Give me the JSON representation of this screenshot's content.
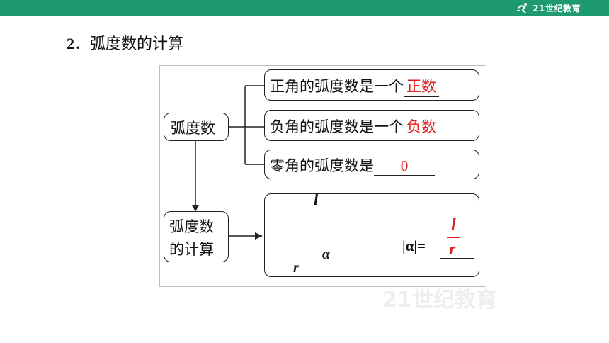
{
  "header": {
    "logo_text": "21世纪教育",
    "bar_color": "#1e9b6e"
  },
  "section": {
    "number": "2",
    "title": "．弧度数的计算"
  },
  "diagram": {
    "root_label": "弧度数",
    "positive_prefix": "正角的弧度数是一个",
    "positive_answer": "正数",
    "negative_prefix": "负角的弧度数是一个",
    "negative_answer": "负数",
    "zero_prefix": "零角的弧度数是",
    "zero_answer": "0",
    "calc_label_line1": "弧度数",
    "calc_label_line2": "的计算",
    "arc_label": "l",
    "radius_label": "r",
    "angle_label": "α",
    "formula_lhs": "|α|=",
    "formula_numerator": "l",
    "formula_denominator": "r",
    "answer_color": "#e02020"
  },
  "watermark": {
    "text": "21世纪教育"
  }
}
